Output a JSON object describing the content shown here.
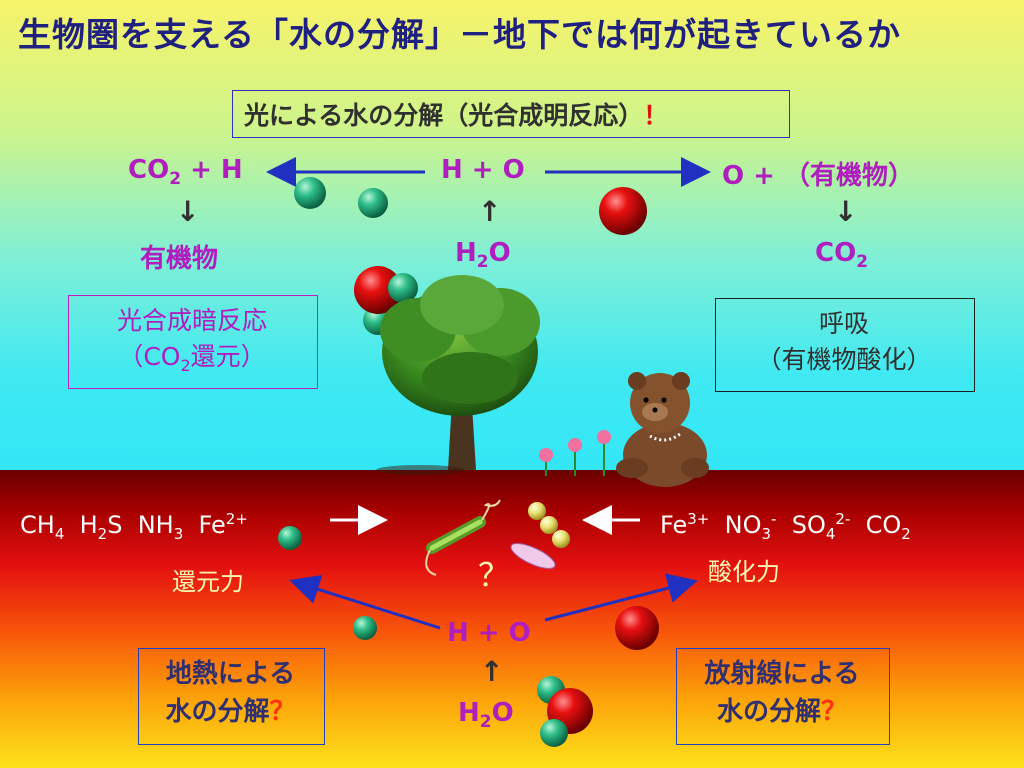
{
  "title": "生物圏を支える「水の分解」－地下では何が起きているか",
  "top": {
    "photolysis_label": "光による水の分解（光合成明反応）",
    "exclaim": "！",
    "co2": {
      "base": "CO",
      "sub": "2"
    },
    "plus_h": "+ H",
    "h_plus_o": "H + O",
    "o_plus": "O +",
    "organic_paren": "（有機物）",
    "arrow_down": "↓",
    "arrow_up": "↑",
    "organic": "有機物",
    "h2o": {
      "base1": "H",
      "sub": "2",
      "base2": "O"
    }
  },
  "left_box": {
    "line1": "光合成暗反応",
    "line2_a": "（CO",
    "line2_sub": "2",
    "line2_b": "還元）"
  },
  "right_box": {
    "line1": "呼吸",
    "line2": "（有機物酸化）"
  },
  "ground": {
    "reductants": {
      "ch4_base": "CH",
      "ch4_sub": "4",
      "h2s_a": "H",
      "h2s_sub": "2",
      "h2s_b": "S",
      "nh3_base": "NH",
      "nh3_sub": "3",
      "fe_base": "Fe",
      "fe_sup": "2+"
    },
    "oxidants": {
      "fe_base": "Fe",
      "fe_sup": "3+",
      "no3_base": "NO",
      "no3_sub": "3",
      "no3_sup": "-",
      "so4_base": "SO",
      "so4_sub": "4",
      "so4_sup": "2-",
      "co2_base": "CO",
      "co2_sub": "2"
    },
    "reducing_power": "還元力",
    "oxidizing_power": "酸化力",
    "question": "？",
    "h_plus_o": "H + O",
    "geo_line1": "地熱による",
    "geo_line2": "水の分解",
    "rad_line1": "放射線による",
    "rad_line2": "水の分解",
    "q_small": "？"
  },
  "colors": {
    "title": "#202080",
    "chemistry_text": "#b01ec0",
    "hydrogen": "#2fbf8a",
    "oxygen": "#e81010",
    "arrow": "#2030c0"
  },
  "icons": [
    "tree-illustration",
    "bear-illustration",
    "flowers-illustration",
    "microbe-rod",
    "microbe-cocci",
    "microbe-oval"
  ]
}
